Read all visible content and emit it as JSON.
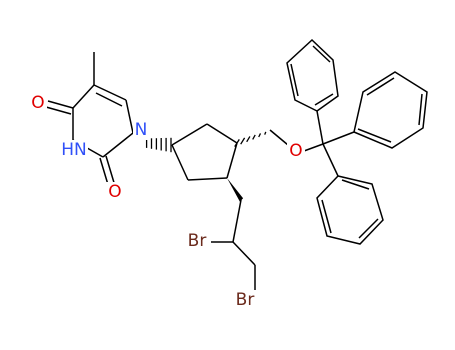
{
  "structure": {
    "atoms": {
      "o_keto": {
        "text": "O",
        "color": "#e00000"
      },
      "nh": {
        "text": "HN",
        "color": "#3050f8"
      },
      "o_urea": {
        "text": "O",
        "color": "#e00000"
      },
      "n1": {
        "text": "N",
        "color": "#3050f8"
      },
      "o_ether": {
        "text": "O",
        "color": "#e00000"
      },
      "br1": {
        "text": "Br",
        "color": "#6b2a1c"
      },
      "br2": {
        "text": "Br",
        "color": "#6b2a1c"
      }
    }
  }
}
